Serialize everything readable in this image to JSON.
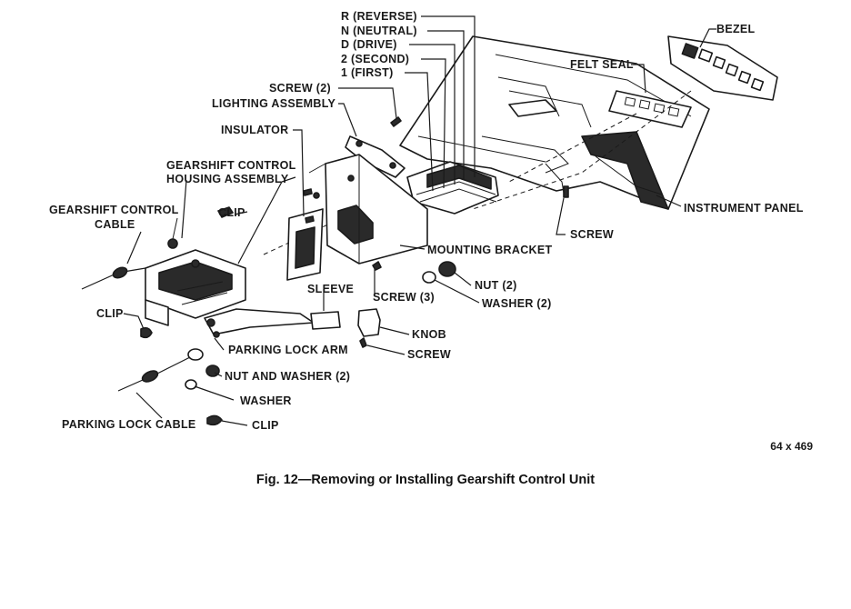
{
  "labels": {
    "r_reverse": "R (REVERSE)",
    "n_neutral": "N (NEUTRAL)",
    "d_drive": "D (DRIVE)",
    "second": "2 (SECOND)",
    "first": "1 (FIRST)",
    "bezel": "BEZEL",
    "felt_seal": "FELT SEAL",
    "screw_2": "SCREW (2)",
    "lighting_assembly": "LIGHTING ASSEMBLY",
    "insulator": "INSULATOR",
    "housing_line1": "GEARSHIFT CONTROL",
    "housing_line2": "HOUSING ASSEMBLY",
    "cable_line1": "GEARSHIFT CONTROL",
    "cable_line2": "CABLE",
    "clip_top": "CLIP",
    "instrument_panel": "INSTRUMENT PANEL",
    "screw_right": "SCREW",
    "mounting_bracket": "MOUNTING BRACKET",
    "nut_2": "NUT (2)",
    "washer_2": "WASHER (2)",
    "screw_3": "SCREW (3)",
    "sleeve": "SLEEVE",
    "clip_left": "CLIP",
    "knob": "KNOB",
    "screw_knob": "SCREW",
    "parking_lock_arm": "PARKING LOCK ARM",
    "nut_and_washer_2": "NUT AND WASHER (2)",
    "washer": "WASHER",
    "parking_lock_cable": "PARKING LOCK CABLE",
    "clip_bottom": "CLIP"
  },
  "reference_number": "64 x 469",
  "caption": "Fig. 12—Removing or Installing Gearshift Control Unit"
}
